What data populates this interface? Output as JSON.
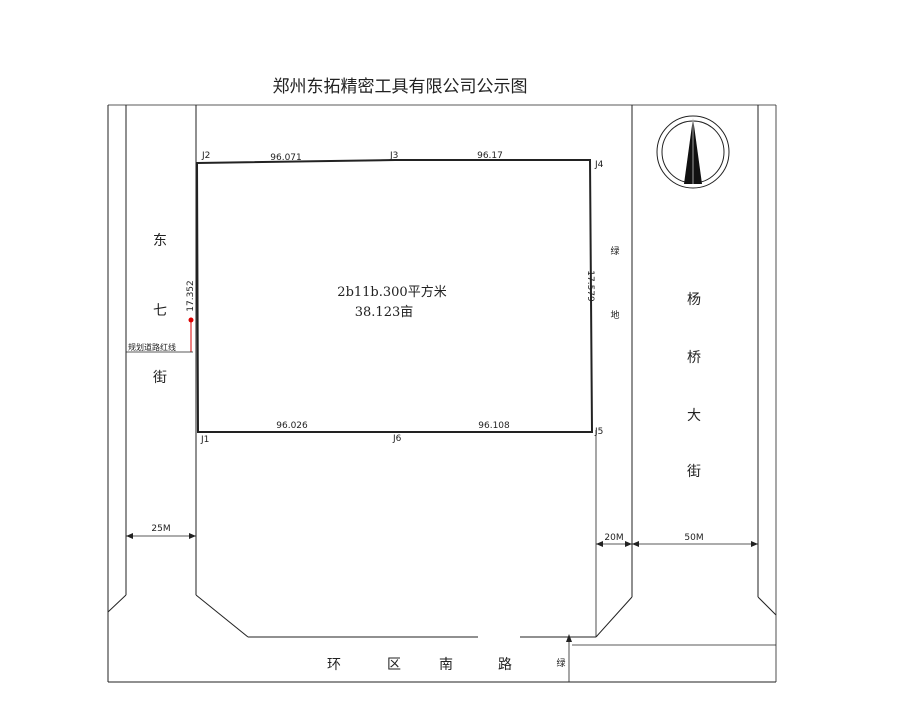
{
  "title": "郑州东拓精密工具有限公司公示图",
  "parcel": {
    "area_line1": "2b11b.300平方米",
    "area_line2": "38.123亩",
    "points": {
      "J1": "J1",
      "J2": "J2",
      "J3": "J3",
      "J4": "J4",
      "J5": "J5",
      "J6": "J6"
    },
    "edges": {
      "top_left": "96.071",
      "top_right": "96.17",
      "bottom_left": "96.026",
      "bottom_right": "96.108",
      "left": "17.352",
      "right": "17.579"
    }
  },
  "roads": {
    "west": [
      "东",
      "七",
      "街"
    ],
    "east": [
      "杨",
      "桥",
      "大",
      "街"
    ],
    "south": [
      "环",
      "区",
      "南",
      "路"
    ]
  },
  "annotations": {
    "west_line": "规划道路红线",
    "east_side_a": "绿",
    "east_side_b": "地",
    "south_mark": "绿"
  },
  "dimensions": {
    "west_road": "25M",
    "east_green": "20M",
    "east_road": "50M"
  },
  "colors": {
    "line": "#222222",
    "red_marker": "#dd0000"
  }
}
